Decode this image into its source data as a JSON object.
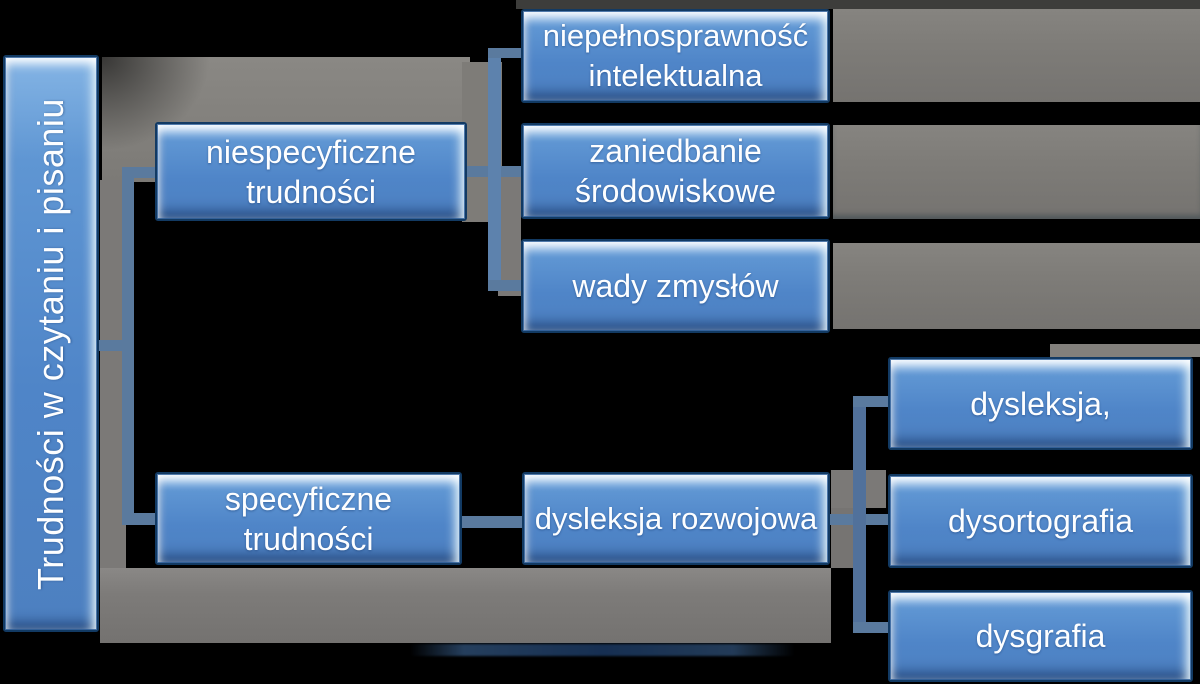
{
  "diagram_title": "Trudności w czytaniu i pisaniu",
  "nodes": {
    "root": {
      "label": "Trudności w czytaniu i pisaniu"
    },
    "nonspecific": {
      "label": "niespecyficzne trudności"
    },
    "nonspecific_causes": [
      {
        "label": "niepełnosprawność intelektualna"
      },
      {
        "label": "zaniedbanie środowiskowe"
      },
      {
        "label": "wady zmysłów"
      }
    ],
    "specific": {
      "label": "specyficzne trudności"
    },
    "developmental": {
      "label": "dysleksja rozwojowa"
    },
    "specific_types": [
      {
        "label": "dysleksja,"
      },
      {
        "label": "dysortografia"
      },
      {
        "label": "dysgrafia"
      }
    ]
  },
  "colors": {
    "box_face_top": "#85b5e5",
    "box_face_bottom": "#4d80c0",
    "box_border": "#123a63",
    "box_highlight": "#e6f8ff",
    "box_text": "#fdfeff",
    "connector": "#5a7a9e",
    "background_gray": "#7d7b77",
    "background_black": "#000000",
    "top_strip_gray": "#3d3d3b"
  }
}
